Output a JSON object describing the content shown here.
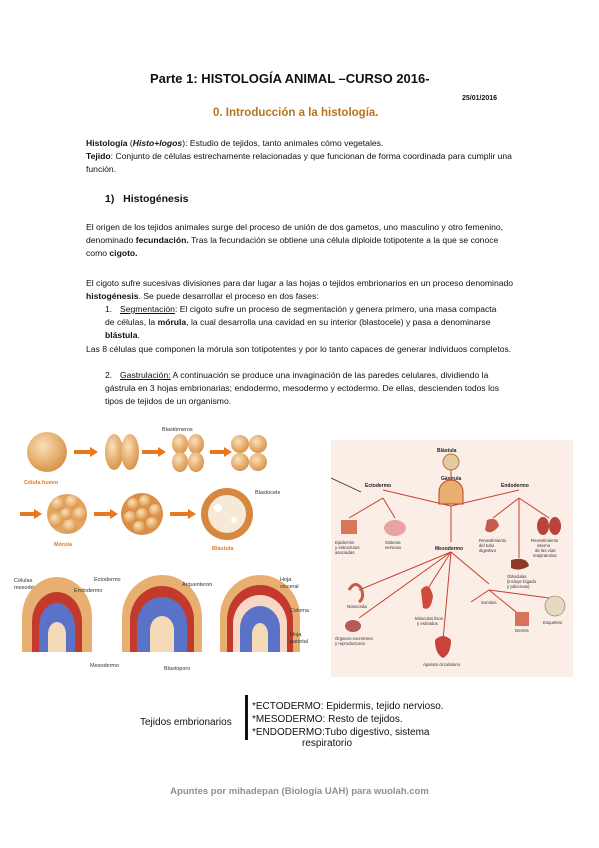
{
  "header": {
    "title": "Parte 1: HISTOLOGÍA ANIMAL –CURSO 2016-",
    "date": "25/01/2016",
    "subtitle": "0. Introducción a la histología."
  },
  "definitions": {
    "histologia_term": "Histología",
    "histologia_paren_open": " (",
    "histologia_etym": "Histo+logos",
    "histologia_text": "): Estudio de tejidos, tanto animales cómo vegetales.",
    "tejido_term": "Tejido",
    "tejido_text": ": Conjunto de células estrechamente relacionadas y que funcionan de forma coordinada para cumplir una función."
  },
  "section1": {
    "number": "1)",
    "heading": "Histogénesis"
  },
  "para1": {
    "t1": "El origen de los tejidos animales surge del proceso de unión de dos gametos, uno masculino y otro femenino, denominado ",
    "b1": "fecundación.",
    "t2": " Tras la fecundación se obtiene una célula diploide totipotente a la que se conoce como ",
    "b2": "cigoto."
  },
  "para2": {
    "t1": "El cigoto sufre sucesivas divisiones para dar lugar a las hojas o tejidos embrionarios en un proceso denominado ",
    "b1": "histogénesis",
    "t2": ". Se puede desarrollar el proceso en dos fases:"
  },
  "list1": {
    "num": "1.",
    "u": "Segmentación",
    "t1": ": El cigoto sufre un proceso de segmentación y genera primero, una masa compacta de células, la ",
    "b1": "mórula",
    "t2": ", la cual desarrolla una cavidad en su interior (blastocele) y pasa a denominarse ",
    "b2": "blástula",
    "t3": "."
  },
  "para3": {
    "text": "Las 8 células que componen la mórula son totipotentes y por lo tanto capaces de generar individuos completos."
  },
  "list2": {
    "num": "2.",
    "u": "Gastrulación:",
    "t1": " A continuación se produce una invaginación de las paredes celulares, dividiendo la gástrula en 3 hojas embrionarias; endodermo, mesodermo y ectodermo. De ellas, descienden todos los tipos de tejidos de un organismo."
  },
  "figure_left": {
    "blastomeros": "Blastómeros",
    "celula_huevo": "Célula huevo",
    "blastocele": "Blastocele",
    "morula": "Mórula",
    "blastula": "Blástula",
    "celulas": "Células",
    "mesodermicas": "mesodérmicas",
    "endodermo": "Endodermo",
    "ectodermo": "Ectodermo",
    "arquenteron": "Arquenteron",
    "hoja_visceral_1": "Hoja",
    "hoja_visceral_2": "visceral",
    "celoma": "Celoma",
    "hoja_parietal_1": "Hoja",
    "hoja_parietal_2": "parietal",
    "mesodermo": "Mesodermo",
    "blastoporo": "Blastoporo"
  },
  "figure_right": {
    "blastula": "Blástula",
    "gastrula": "Gástrula",
    "ectodermo": "Ectodermo",
    "endodermo": "Endodermo",
    "mesodermo": "Mesodermo",
    "epidermis_1": "Epidermis",
    "epidermis_2": "y estructuras",
    "epidermis_3": "asociadas",
    "sistema_1": "Sistema",
    "sistema_2": "nervioso",
    "revest_tubo_1": "Revestimiento",
    "revest_tubo_2": "del tubo",
    "revest_tubo_3": "digestivo",
    "revest_vias_1": "Revestimiento",
    "revest_vias_2": "interno",
    "revest_vias_3": "de las vías",
    "revest_vias_4": "respiratorias",
    "glandulas_1": "Glándulas",
    "glandulas_2": "(incluye hígado",
    "glandulas_3": "y páncreas)",
    "notocorda": "Notocorda",
    "somitos": "Somitos",
    "organos_1": "Órganos excretores",
    "organos_2": "y reproductores",
    "musculos_1": "Músculos lisos",
    "musculos_2": "y estriados",
    "esqueleto": "Esqueleto",
    "dermis": "Dermis",
    "aparato": "Aparato circulatorio"
  },
  "tejidos": {
    "label": "Tejidos embrionarios",
    "items": [
      "*ECTODERMO: Epidermis, tejido nervioso.",
      "*MESODERMO: Resto de tejidos.",
      "*ENDODERMO:Tubo digestivo, sistema"
    ],
    "continuation": "respiratorio"
  },
  "footer": {
    "text": "Apuntes por mihadepan (Biología UAH) para wuolah.com"
  },
  "colors": {
    "subtitle": "#b8731f",
    "footer": "#8f8f8f",
    "label_orange": "#e8781e",
    "ectoderm_blue": "#5b72c9",
    "mesoderm_red": "#c33a2c",
    "embryo_tan": "#e8b070"
  }
}
